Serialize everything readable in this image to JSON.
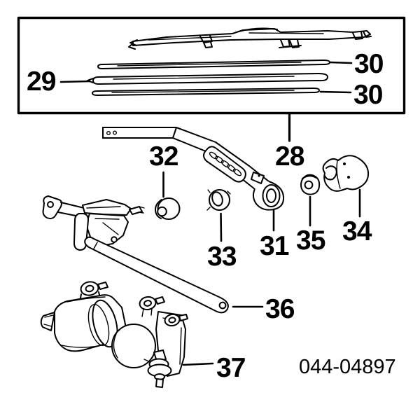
{
  "figure": {
    "code": "044-04897"
  },
  "callouts": {
    "c29": "29",
    "c30a": "30",
    "c30b": "30",
    "c28": "28",
    "c32": "32",
    "c33": "33",
    "c31": "31",
    "c35": "35",
    "c34": "34",
    "c36": "36",
    "c37": "37"
  },
  "colors": {
    "line": "#000000",
    "background": "#ffffff"
  }
}
